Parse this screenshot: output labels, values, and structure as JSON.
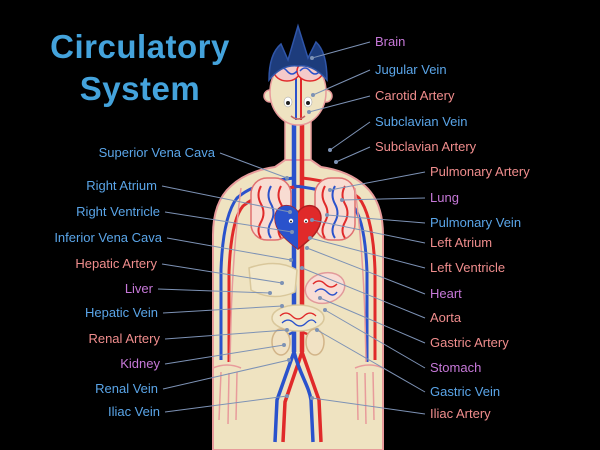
{
  "title": {
    "line1": "Circulatory",
    "line2": "System"
  },
  "colors": {
    "background": "#000000",
    "title": "#44a3dc",
    "vein": "#5aa5e8",
    "artery": "#f08d8d",
    "organ": "#c678d8",
    "leader_line": "#7d92b5",
    "artery_line": "#e02a2a",
    "vein_line": "#2a52cc",
    "skin": "#efe3c1",
    "outline": "#e89b9b",
    "hair": "#1d3c7c"
  },
  "labels": {
    "left": [
      {
        "text": "Superior Vena Cava",
        "type": "vein"
      },
      {
        "text": "Right Atrium",
        "type": "vein"
      },
      {
        "text": "Right Ventricle",
        "type": "vein"
      },
      {
        "text": "Inferior Vena Cava",
        "type": "vein"
      },
      {
        "text": "Hepatic Artery",
        "type": "artery"
      },
      {
        "text": "Liver",
        "type": "organ"
      },
      {
        "text": "Hepatic Vein",
        "type": "vein"
      },
      {
        "text": "Renal Artery",
        "type": "artery"
      },
      {
        "text": "Kidney",
        "type": "organ"
      },
      {
        "text": "Renal Vein",
        "type": "vein"
      },
      {
        "text": "Iliac Vein",
        "type": "vein"
      }
    ],
    "right": [
      {
        "text": "Brain",
        "type": "organ"
      },
      {
        "text": "Jugular Vein",
        "type": "vein"
      },
      {
        "text": "Carotid Artery",
        "type": "artery"
      },
      {
        "text": "Subclavian Vein",
        "type": "vein"
      },
      {
        "text": "Subclavian Artery",
        "type": "artery"
      },
      {
        "text": "Pulmonary Artery",
        "type": "artery"
      },
      {
        "text": "Lung",
        "type": "organ"
      },
      {
        "text": "Pulmonary Vein",
        "type": "vein"
      },
      {
        "text": "Left Atrium",
        "type": "artery"
      },
      {
        "text": "Left Ventricle",
        "type": "artery"
      },
      {
        "text": "Heart",
        "type": "organ"
      },
      {
        "text": "Aorta",
        "type": "artery"
      },
      {
        "text": "Gastric Artery",
        "type": "artery"
      },
      {
        "text": "Stomach",
        "type": "organ"
      },
      {
        "text": "Gastric Vein",
        "type": "vein"
      },
      {
        "text": "Iliac Artery",
        "type": "artery"
      }
    ]
  }
}
